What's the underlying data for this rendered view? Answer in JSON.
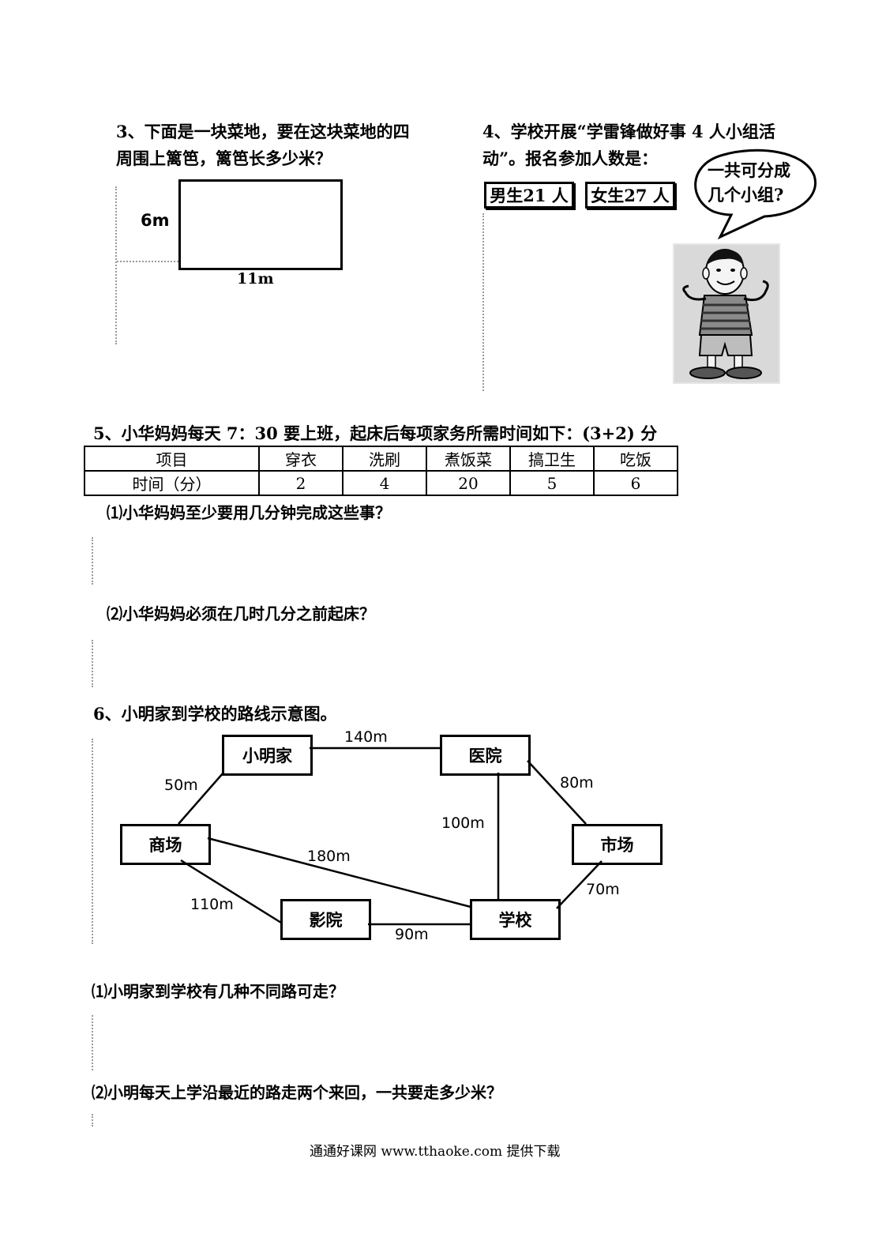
{
  "q3": {
    "line1": "3、下面是一块菜地，要在这块菜地的四",
    "line2": "周围上篱笆，篱笆长多少米？",
    "height_label": "6m",
    "width_label": "11m"
  },
  "q4": {
    "line1": "4、学校开展“学雷锋做好事 4 人小组活",
    "line2": "动”。报名参加人数是：",
    "boys": "男生21 人",
    "girls": "女生27 人",
    "bubble_line1": "一共可分成",
    "bubble_line2": "几个小组?"
  },
  "q5": {
    "title": "5、小华妈妈每天 7：30 要上班，起床后每项家务所需时间如下：(3+2) 分",
    "headers": [
      "项目",
      "穿衣",
      "洗刷",
      "煮饭菜",
      "搞卫生",
      "吃饭"
    ],
    "row": [
      "时间（分）",
      "2",
      "4",
      "20",
      "5",
      "6"
    ],
    "sub1": "⑴小华妈妈至少要用几分钟完成这些事？",
    "sub2": "⑵小华妈妈必须在几时几分之前起床？"
  },
  "q6": {
    "title": "6、小明家到学校的路线示意图。",
    "nodes": {
      "home": "小明家",
      "hospital": "医院",
      "mall": "商场",
      "market": "市场",
      "cinema": "影院",
      "school": "学校"
    },
    "edges": {
      "home_hospital": "140m",
      "home_mall": "50m",
      "hospital_market": "80m",
      "hospital_school": "100m",
      "mall_school": "180m",
      "market_school": "70m",
      "mall_cinema": "110m",
      "cinema_school": "90m"
    },
    "sub1": "⑴小明家到学校有几种不同路可走？",
    "sub2": "⑵小明每天上学沿最近的路走两个来回，一共要走多少米？"
  },
  "footer": "通通好课网  www.tthaoke.com  提供下载"
}
